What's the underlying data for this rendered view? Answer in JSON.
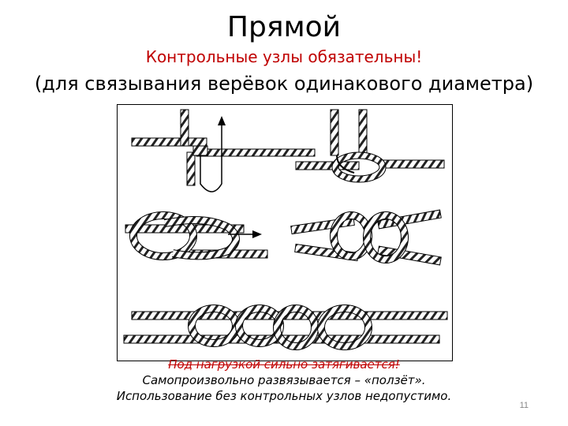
{
  "title": "Прямой",
  "subtitle_red": "Контрольные узлы обязательны!",
  "subtitle": "(для связывания верёвок одинакового диаметра)",
  "captions": {
    "line1": "Под нагрузкой сильно затягивается!",
    "line2": "Самопроизвольно развязывается – «ползёт».",
    "line3": "Использование без контрольных узлов недопустимо."
  },
  "page_number": "11",
  "colors": {
    "accent_red": "#c00000",
    "text": "#000000",
    "page_number": "#888888"
  },
  "illustration": {
    "type": "reef-knot-diagram",
    "panels": [
      "step-1-crossing",
      "step-2-loop",
      "step-3-open-knot",
      "step-4-tied-knot",
      "step-5-with-backup-knots"
    ]
  }
}
